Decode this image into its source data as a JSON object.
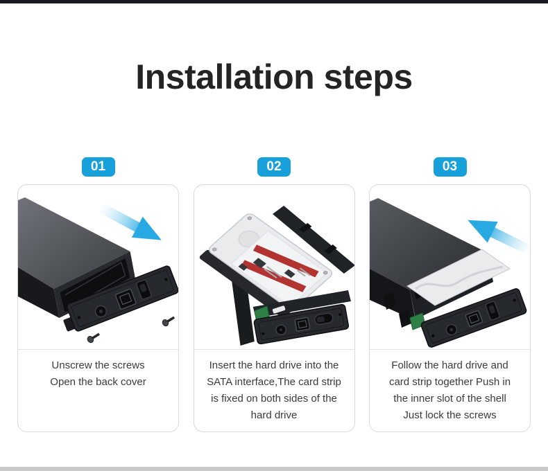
{
  "page": {
    "title": "Installation steps",
    "colors": {
      "accent_blue": "#18a0da",
      "arrow_blue": "#29a9e1",
      "top_strip": "#171a1e",
      "bottom_strip": "#c9c9c9",
      "pcb_green": "#2e8047",
      "label_red": "#b23430"
    }
  },
  "steps": [
    {
      "badge": "01",
      "caption": "Unscrew the screws\nOpen the back cover",
      "illustration": "enclosure-with-back-cover-removed"
    },
    {
      "badge": "02",
      "caption": "Insert the hard drive into the\nSATA interface,The card strip\nis fixed on both sides of the\nhard drive",
      "illustration": "hard-drive-with-side-card-strips"
    },
    {
      "badge": "03",
      "caption": "Follow the hard drive and\ncard strip together Push in\nthe inner slot of the shell\nJust lock the screws",
      "illustration": "drive-pushed-into-shell"
    }
  ]
}
